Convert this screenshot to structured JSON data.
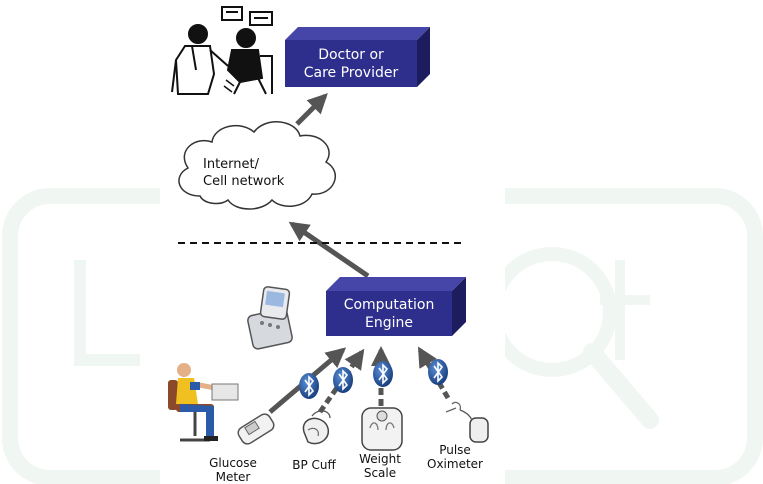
{
  "nodes": {
    "doctor": {
      "line1": "Doctor or",
      "line2": "Care Provider"
    },
    "computation": {
      "line1": "Computation",
      "line2": "Engine"
    },
    "network": {
      "line1": "Internet/",
      "line2": "Cell network"
    }
  },
  "devices": [
    {
      "id": "glucose",
      "line1": "Glucose",
      "line2": "Meter"
    },
    {
      "id": "bp",
      "line1": "BP Cuff",
      "line2": ""
    },
    {
      "id": "weight",
      "line1": "Weight",
      "line2": "Scale"
    },
    {
      "id": "pulse",
      "line1": "Pulse",
      "line2": "Oximeter"
    }
  ],
  "colors": {
    "box_front": "#2e2e8c",
    "box_top": "#4646a8",
    "box_side": "#1c1c5e",
    "arrow": "#555555",
    "bluetooth": "#1d4f9e",
    "watermark": "#e8f2ea"
  },
  "icons": [
    "doctor-patient-icon",
    "mobile-phone-icon",
    "patient-icon",
    "bluetooth-icon"
  ]
}
